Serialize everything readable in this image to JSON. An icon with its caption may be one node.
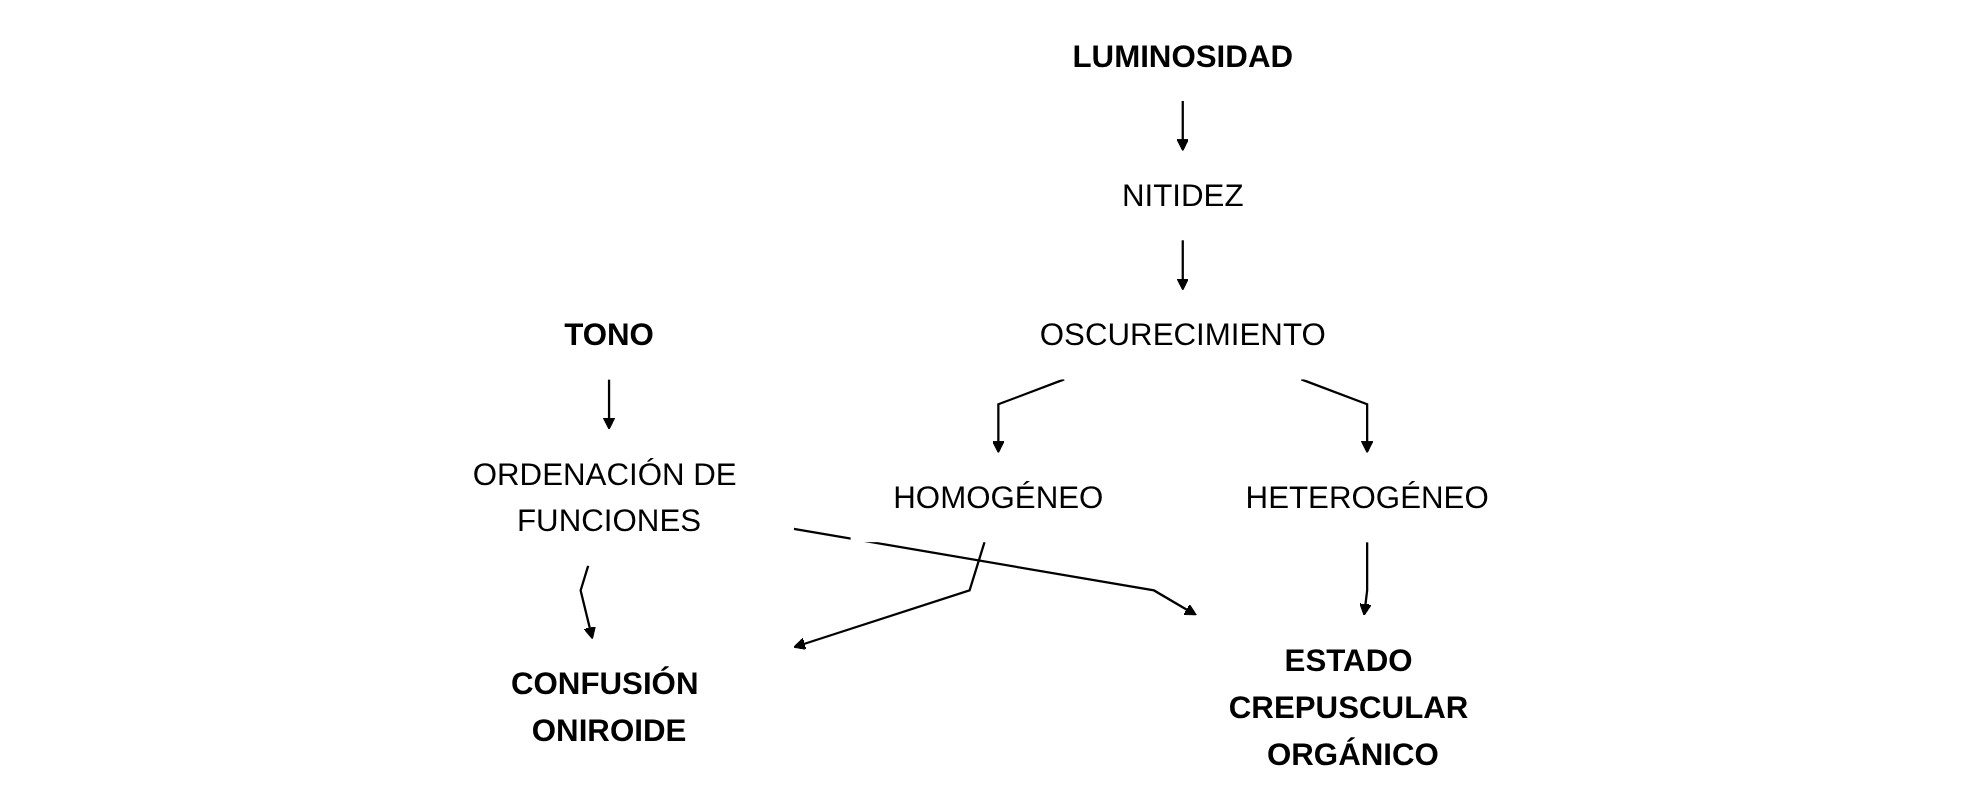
{
  "diagram": {
    "nodes": [
      {
        "text": [
          "LUMINOSIDAD"
        ]
      },
      {
        "text": [
          "TONO"
        ]
      },
      {
        "text": [
          "NITIDEZ"
        ]
      },
      {
        "text": [
          "ORDENACIÓN DE FUNCIONES"
        ]
      },
      {
        "text": [
          "OSCURECIMIENTO"
        ]
      },
      {
        "text": [
          "HOMOGÉNEO"
        ]
      },
      {
        "text": [
          "HETEROGÉNEO"
        ]
      },
      {
        "text": [
          "CONFUSIÓN ONIROIDE"
        ]
      },
      {
        "text": [
          "ESTADO CREPUSCULAR ORGÁNICO"
        ]
      }
    ],
    "edges": [
      {
        "from": 0,
        "to": 2,
        "arrow": "to"
      },
      {
        "from": 2,
        "to": 4,
        "arrow": "to"
      },
      {
        "from": 1,
        "to": 3,
        "arrow": "to"
      },
      {
        "from": 4,
        "to": 5,
        "arrow": "to"
      },
      {
        "from": 4,
        "to": 6,
        "arrow": "to"
      },
      {
        "from": 3,
        "to": 7,
        "arrow": "to"
      },
      {
        "from": 3,
        "to": 8,
        "arrow": "to"
      },
      {
        "from": 5,
        "to": 7,
        "arrow": "to"
      },
      {
        "from": 6,
        "to": 8,
        "arrow": "to"
      }
    ]
  }
}
